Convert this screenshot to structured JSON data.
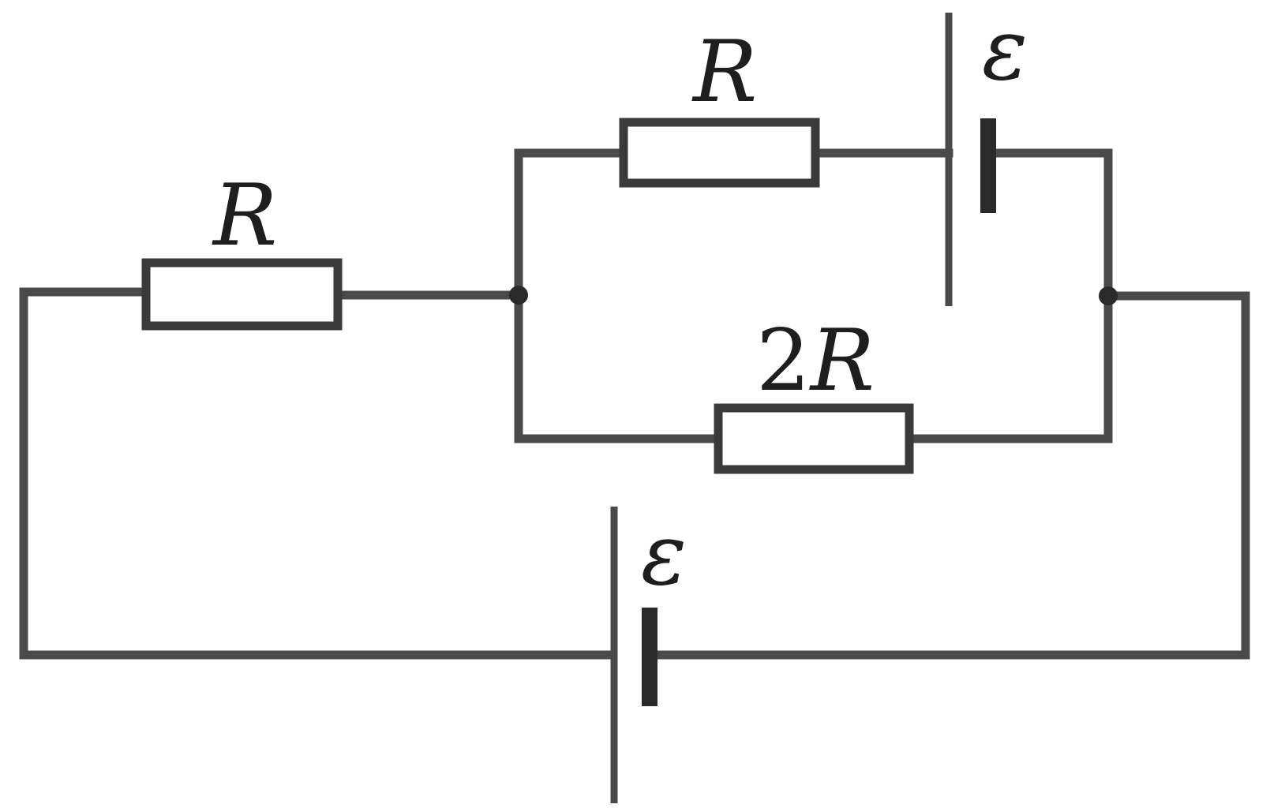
{
  "diagram": {
    "colors": {
      "wire": "#4a4a4a",
      "text": "#1e1e1e"
    },
    "components": [
      {
        "id": "r-left",
        "type": "resistor",
        "label": "R"
      },
      {
        "id": "r-top",
        "type": "resistor",
        "label": "R"
      },
      {
        "id": "r-bottom",
        "type": "resistor",
        "label_number": "2",
        "label_symbol": "R"
      },
      {
        "id": "emf-top",
        "type": "battery",
        "label": "ε"
      },
      {
        "id": "emf-bottom",
        "type": "battery",
        "label": "ε"
      }
    ]
  }
}
